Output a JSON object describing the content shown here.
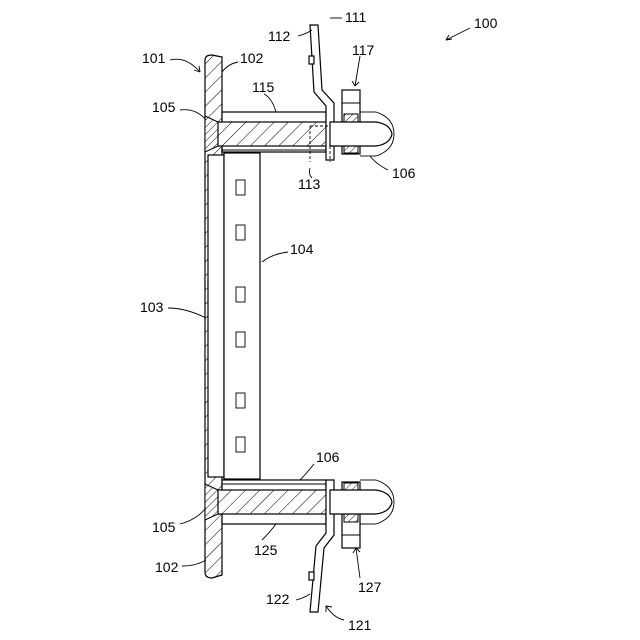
{
  "labels": {
    "l100": "100",
    "l101": "101",
    "l102a": "102",
    "l102b": "102",
    "l103": "103",
    "l104": "104",
    "l105a": "105",
    "l105b": "105",
    "l106a": "106",
    "l106b": "106",
    "l111": "111",
    "l112": "112",
    "l113": "113",
    "l115": "115",
    "l117": "117",
    "l121": "121",
    "l122": "122",
    "l125": "125",
    "l127": "127"
  }
}
